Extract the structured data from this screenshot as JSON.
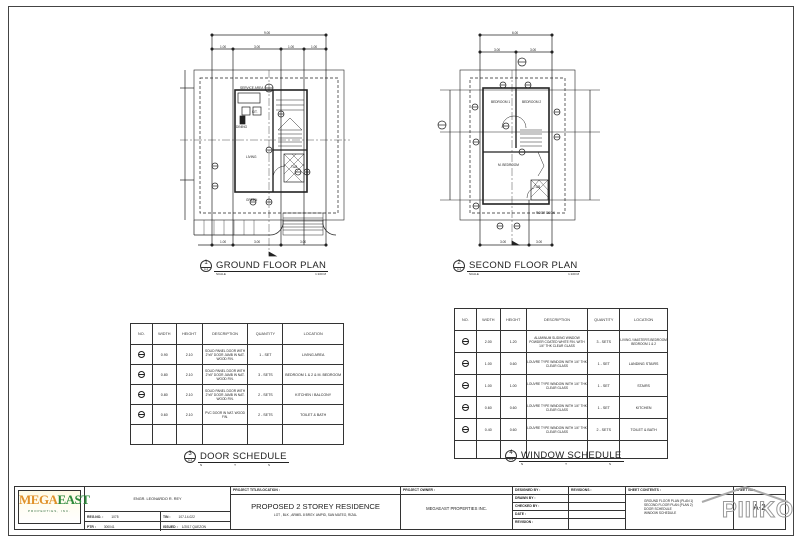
{
  "drawing": {
    "sheet_number": "A-2",
    "ground_floor": {
      "caption_number": "1",
      "caption_sheet": "A-2",
      "title": "GROUND FLOOR PLAN",
      "scale_label": "SCALE",
      "scale_value": "1:100 M",
      "rooms": [
        "SERVICE AREA",
        "KIT.",
        "DINING",
        "LIVING",
        "T&B",
        "GREEN"
      ],
      "dims_top": [
        "9.00"
      ],
      "dims_second": [
        "1.00",
        "3.00",
        "1.00",
        "1.00"
      ],
      "dims_bottom": [
        "1.00",
        "3.00",
        "3.00"
      ]
    },
    "second_floor": {
      "caption_number": "2",
      "caption_sheet": "A-2",
      "title": "SECOND FLOOR PLAN",
      "scale_label": "SCALE",
      "scale_value": "1:100 M",
      "rooms": [
        "BEDROOM 1",
        "BEDROOM 2",
        "M. BEDROOM",
        "T&B",
        "ROOF DECK"
      ],
      "dims_top": [
        "6.00"
      ],
      "dims_second": [
        "3.00",
        "3.00"
      ],
      "dims_bottom": [
        "3.00",
        "3.00"
      ]
    },
    "door_schedule": {
      "caption_number": "3",
      "caption_sheet": "A-2",
      "title": "DOOR SCHEDULE",
      "sub": [
        "N",
        "T",
        "S"
      ],
      "headers": [
        "NO.",
        "WIDTH",
        "HEIGHT",
        "DESCRIPTION",
        "QUANTITY",
        "LOCATION"
      ],
      "rows": [
        {
          "width": "0.90",
          "height": "2.10",
          "description": "SOLID PANEL DOOR WITH 2\"x5\" DOOR JAMB IN NAT. WOOD FIN.",
          "quantity": "1 - SET",
          "location": "LIVING AREA"
        },
        {
          "width": "0.80",
          "height": "2.10",
          "description": "SOLID PANEL DOOR WITH 2\"x5\" DOOR JAMB IN NAT. WOOD FIN.",
          "quantity": "3 - SETS",
          "location": "BEDROOM 1 & 2 & M. BEDROOM"
        },
        {
          "width": "0.80",
          "height": "2.10",
          "description": "SOLID PANEL DOOR WITH 2\"x5\" DOOR JAMB IN NAT. WOOD FIN.",
          "quantity": "2 - SETS",
          "location": "KITCHEN / BALCONY"
        },
        {
          "width": "0.60",
          "height": "2.10",
          "description": "PVC DOOR IN NAT. WOOD FIN.",
          "quantity": "2 - SETS",
          "location": "TOILET & BATH"
        },
        {
          "width": "",
          "height": "",
          "description": "",
          "quantity": "",
          "location": ""
        }
      ]
    },
    "window_schedule": {
      "caption_number": "4",
      "caption_sheet": "A-2",
      "title": "WINDOW SCHEDULE",
      "sub": [
        "N",
        "T",
        "S"
      ],
      "headers": [
        "NO.",
        "WIDTH",
        "HEIGHT",
        "DESCRIPTION",
        "QUANTITY",
        "LOCATION"
      ],
      "rows": [
        {
          "width": "2.00",
          "height": "1.20",
          "description": "ALUMINUM SLIDING WINDOW POWDER COATED WHITE FIN. WITH 1/4\" THK CLEAR GLASS",
          "quantity": "3 - SETS",
          "location": "LIVING / MASTER'S BEDROOM BEDROOM 1 & 2"
        },
        {
          "width": "1.00",
          "height": "0.60",
          "description": "LOUVRE TYPE WINDOW WITH 1/4\" THK CLEAR GLASS",
          "quantity": "1 - SET",
          "location": "LANDING STAIRS"
        },
        {
          "width": "1.00",
          "height": "1.00",
          "description": "LOUVRE TYPE WINDOW WITH 1/4\" THK CLEAR GLASS",
          "quantity": "1 - SET",
          "location": "STAIRS"
        },
        {
          "width": "0.60",
          "height": "0.60",
          "description": "LOUVRE TYPE WINDOW WITH 1/4\" THK CLEAR GLASS",
          "quantity": "1 - SET",
          "location": "KITCHEN"
        },
        {
          "width": "0.40",
          "height": "0.60",
          "description": "LOUVRE TYPE WINDOW WITH 1/4\" THK CLEAR GLASS",
          "quantity": "2 - SETS",
          "location": "TOILET & BATH"
        },
        {
          "width": "",
          "height": "",
          "description": "",
          "quantity": "",
          "location": ""
        }
      ]
    }
  },
  "title_block": {
    "logo": {
      "word1": "MEGA",
      "word2": "EAST",
      "tagline": "PROPERTIES, INC."
    },
    "engineer": "ENGR. LEONARDO R. REY",
    "reg_label": "REG.NO. :",
    "reg_value": "1075",
    "tin_label": "TIN :",
    "tin_value": "107-14-022",
    "ptr_label": "PTR :",
    "ptr_value": "300041",
    "issued_label": "ISSUED :",
    "issued_value": "1/2017 QUEZON",
    "project_title_label": "PROJECT TITLE/LOCATION :",
    "project_title": "PROPOSED 2 STOREY RESIDENCE",
    "project_location": "LOT  , BLK  , ARMEL 8 BRGY. AMPID, SAN MATEO, RIZAL",
    "owner_label": "PROJECT OWNER :",
    "owner": "MEGAEAST PROPERTIES INC.",
    "designed_by_label": "DESIGNED BY :",
    "drawn_by_label": "DRAWN BY :",
    "checked_by_label": "CHECKED BY :",
    "date_label": "DATE :",
    "revision_label": "REVISION :",
    "revisions_label": "REVISIONS :",
    "contents_label": "SHEET CONTENTS :",
    "contents": [
      "GROUND FLOOR PLAN  (PLAN 1)",
      "SECOND FLOOR PLAN  (PLAN 2)",
      "DOOR SCHEDULE",
      "WINDOW SCHEDULE"
    ],
    "sheet_no_label": "SHEET NO.:",
    "sheet_no": "A-2"
  },
  "watermark": "PIIIKO"
}
